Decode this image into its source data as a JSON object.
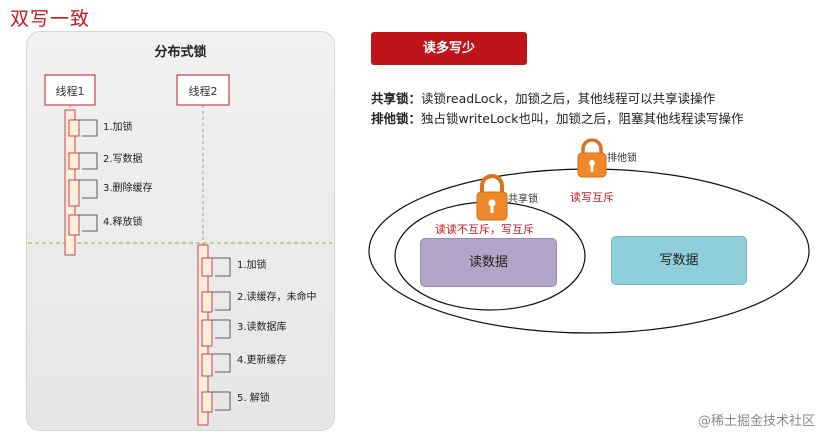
{
  "page_title": "双写一致",
  "diagram": {
    "title": "分布式锁",
    "thread1": "线程1",
    "thread2": "线程2",
    "thread1_steps": [
      "1.加锁",
      "2.写数据",
      "3.删除缓存",
      "4.释放锁"
    ],
    "thread2_steps": [
      "1.加锁",
      "2.读缓存，未命中",
      "3.读数据库",
      "4.更新缓存",
      "5.  解锁"
    ]
  },
  "badge": "读多写少",
  "shared_lock": {
    "term": "共享锁：",
    "text": "读锁readLock，加锁之后，其他线程可以共享读操作"
  },
  "exclusive_lock": {
    "term": "排他锁：",
    "text": "独占锁writeLock也叫，加锁之后，阻塞其他线程读写操作"
  },
  "lock_diagram": {
    "shared_label": "共享锁",
    "exclusive_label": "排他锁",
    "read_not_mutex": "读读不互斥，写互斥",
    "read_write_mutex": "读写互斥",
    "read_data": "读数据",
    "write_data": "写数据"
  },
  "watermark": "@稀土掘金技术社区",
  "colors": {
    "accent": "#c0141b",
    "lock": "#ef8a2a"
  }
}
